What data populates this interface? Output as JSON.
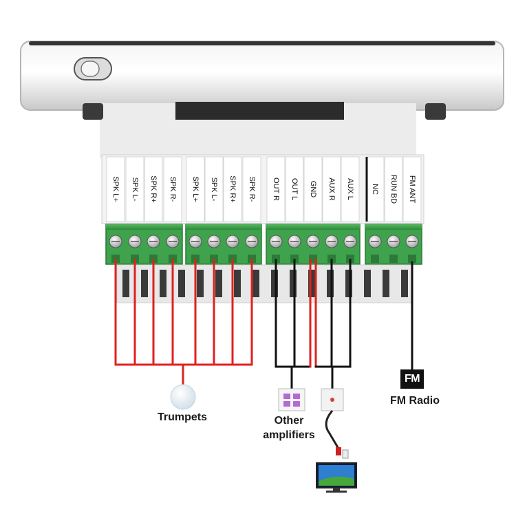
{
  "terminal_labels": [
    "SPK L+",
    "SPK L-",
    "SPK R+",
    "SPK R-",
    "SPK L+",
    "SPK L-",
    "SPK R+",
    "SPK R-",
    "OUT R",
    "OUT L",
    "GND",
    "AUX R",
    "AUX L",
    "NC",
    "RUN BD",
    "FM ANT"
  ],
  "labels": {
    "trumpets": "Trumpets",
    "other_amplifiers_line1": "Other",
    "other_amplifiers_line2": "amplifiers",
    "fm_radio": "FM Radio",
    "fm_icon_text": "FM"
  },
  "colors": {
    "speaker_wire": "#e02020",
    "signal_wire": "#111111",
    "terminal_block": "#3fa34d",
    "housing": "#e9e9e9"
  }
}
